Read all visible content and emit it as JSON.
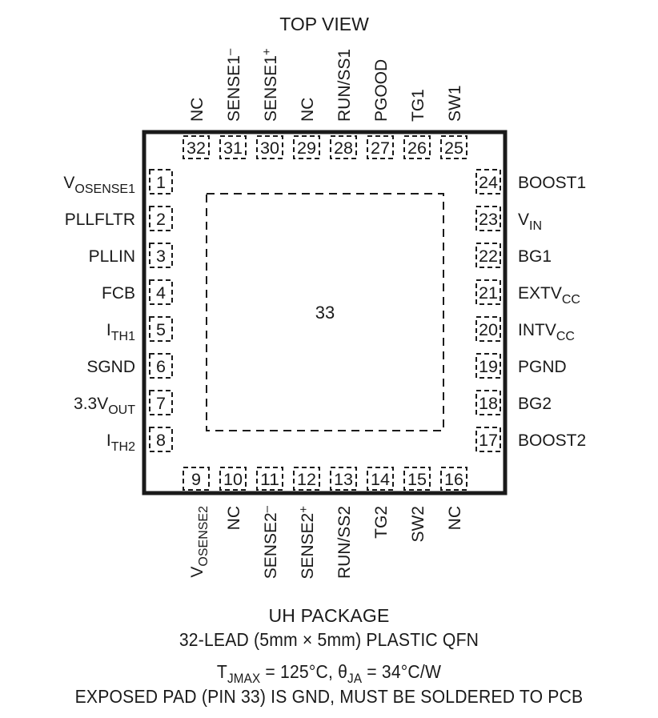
{
  "view_label": "TOP VIEW",
  "center_pad_number": "33",
  "pins_top": [
    {
      "num": "32",
      "name": "NC"
    },
    {
      "num": "31",
      "name": "SENSE1",
      "sup": "–"
    },
    {
      "num": "30",
      "name": "SENSE1",
      "sup": "+"
    },
    {
      "num": "29",
      "name": "NC"
    },
    {
      "num": "28",
      "name": "RUN/SS1"
    },
    {
      "num": "27",
      "name": "PGOOD"
    },
    {
      "num": "26",
      "name": "TG1"
    },
    {
      "num": "25",
      "name": "SW1"
    }
  ],
  "pins_left": [
    {
      "num": "1",
      "name": "V",
      "sub": "OSENSE1"
    },
    {
      "num": "2",
      "name": "PLLFLTR"
    },
    {
      "num": "3",
      "name": "PLLIN"
    },
    {
      "num": "4",
      "name": "FCB"
    },
    {
      "num": "5",
      "name": "I",
      "sub": "TH1"
    },
    {
      "num": "6",
      "name": "SGND"
    },
    {
      "num": "7",
      "name": "3.3V",
      "sub": "OUT"
    },
    {
      "num": "8",
      "name": "I",
      "sub": "TH2"
    }
  ],
  "pins_right": [
    {
      "num": "24",
      "name": "BOOST1"
    },
    {
      "num": "23",
      "name": "V",
      "sub": "IN"
    },
    {
      "num": "22",
      "name": "BG1"
    },
    {
      "num": "21",
      "name": "EXTV",
      "sub": "CC"
    },
    {
      "num": "20",
      "name": "INTV",
      "sub": "CC"
    },
    {
      "num": "19",
      "name": "PGND"
    },
    {
      "num": "18",
      "name": "BG2"
    },
    {
      "num": "17",
      "name": "BOOST2"
    }
  ],
  "pins_bottom": [
    {
      "num": "9",
      "name": "V",
      "sub": "OSENSE2"
    },
    {
      "num": "10",
      "name": "NC"
    },
    {
      "num": "11",
      "name": "SENSE2",
      "sup": "–"
    },
    {
      "num": "12",
      "name": "SENSE2",
      "sup": "+"
    },
    {
      "num": "13",
      "name": "RUN/SS2"
    },
    {
      "num": "14",
      "name": "TG2"
    },
    {
      "num": "15",
      "name": "SW2"
    },
    {
      "num": "16",
      "name": "NC"
    }
  ],
  "caption": {
    "package": "UH PACKAGE",
    "lead_desc": "32-LEAD (5mm × 5mm) PLASTIC QFN",
    "tjmax_symbol": "T",
    "tjmax_sub": "JMAX",
    "tjmax_value": " = 125°C, ",
    "theta_symbol": "θ",
    "theta_sub": "JA",
    "theta_value": " = 34°C/W",
    "exposed_pad_note": "EXPOSED PAD (PIN 33) IS GND, MUST BE SOLDERED TO PCB"
  },
  "colors": {
    "ink": "#1a1a1a",
    "background": "#ffffff"
  }
}
